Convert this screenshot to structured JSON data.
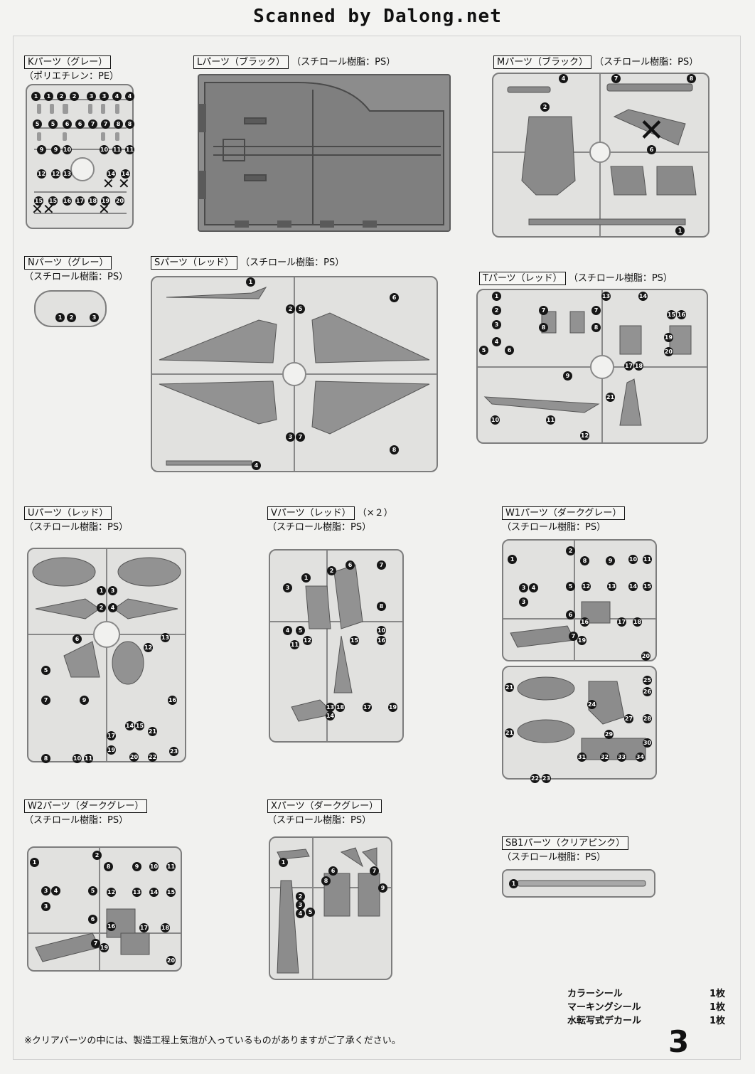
{
  "header": {
    "title": "Scanned by Dalong.net"
  },
  "parts": [
    {
      "id": "K",
      "name": "Kパーツ（グレー）",
      "material": "（ポリエチレン：PE）"
    },
    {
      "id": "L",
      "name": "Lパーツ（ブラック）",
      "material": "（スチロール樹脂：PS）"
    },
    {
      "id": "M",
      "name": "Mパーツ（ブラック）",
      "material": "（スチロール樹脂：PS）"
    },
    {
      "id": "N",
      "name": "Nパーツ（グレー）",
      "material": "（スチロール樹脂：PS）"
    },
    {
      "id": "S",
      "name": "Sパーツ（レッド）",
      "material": "（スチロール樹脂：PS）"
    },
    {
      "id": "T",
      "name": "Tパーツ（レッド）",
      "material": "（スチロール樹脂：PS）"
    },
    {
      "id": "U",
      "name": "Uパーツ（レッド）",
      "material": "（スチロール樹脂：PS）"
    },
    {
      "id": "V",
      "name": "Vパーツ（レッド）",
      "qty": "（×２）",
      "material": "（スチロール樹脂：PS）"
    },
    {
      "id": "W1",
      "name": "W1パーツ（ダークグレー）",
      "material": "（スチロール樹脂：PS）"
    },
    {
      "id": "W2",
      "name": "W2パーツ（ダークグレー）",
      "material": "（スチロール樹脂：PS）"
    },
    {
      "id": "X",
      "name": "Xパーツ（ダークグレー）",
      "material": "（スチロール樹脂：PS）"
    },
    {
      "id": "SB1",
      "name": "SB1パーツ（クリアピンク）",
      "material": "（スチロール樹脂：PS）"
    }
  ],
  "footnote": "※クリアパーツの中には、製造工程上気泡が入っているものがありますがご了承ください。",
  "legend": [
    {
      "label": "カラーシール",
      "qty": "1枚"
    },
    {
      "label": "マーキングシール",
      "qty": "1枚"
    },
    {
      "label": "水転写式デカール",
      "qty": "1枚"
    }
  ],
  "page_number": "3"
}
